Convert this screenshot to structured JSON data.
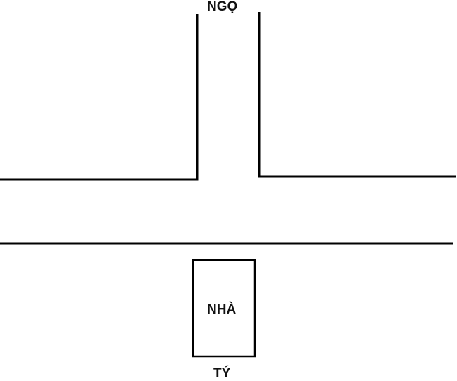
{
  "labels": {
    "top_direction": "NGỌ",
    "house": "NHÀ",
    "bottom_direction": "TÝ"
  },
  "colors": {
    "line": "#000000",
    "text": "#111111",
    "background": "#ffffff"
  }
}
